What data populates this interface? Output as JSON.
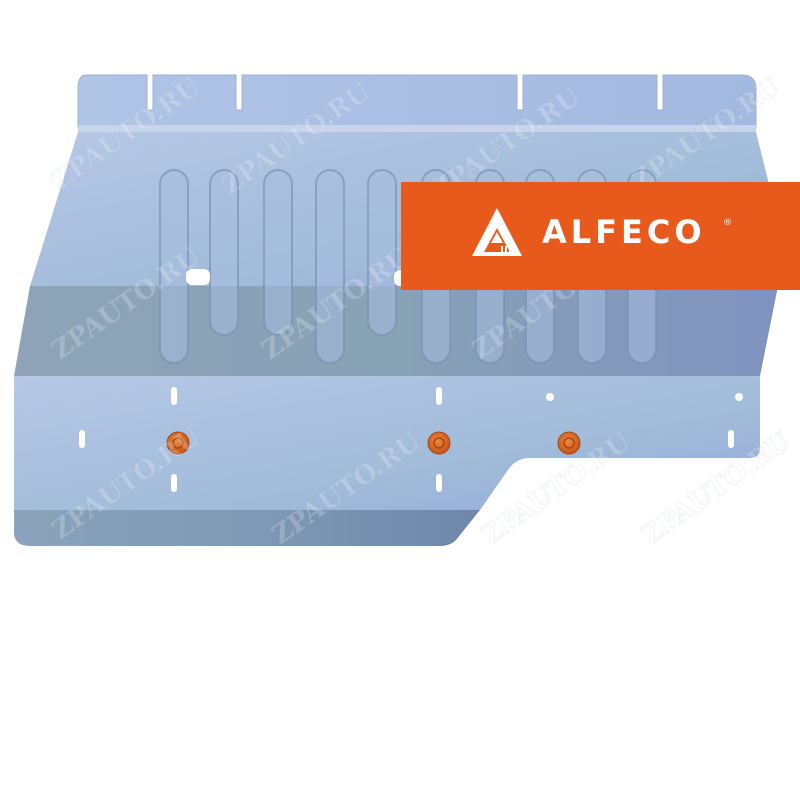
{
  "product": {
    "name": "skid plate",
    "material_color": "#a8bedf",
    "bolt_color": "#e0661f"
  },
  "brand": {
    "name": "ALFECO",
    "registered_mark": "®",
    "banner_color": "#e85a1c",
    "logo_icon": "alfeco-triangle-logo-icon"
  },
  "watermark": {
    "text": "ZPAUTO.RU"
  }
}
